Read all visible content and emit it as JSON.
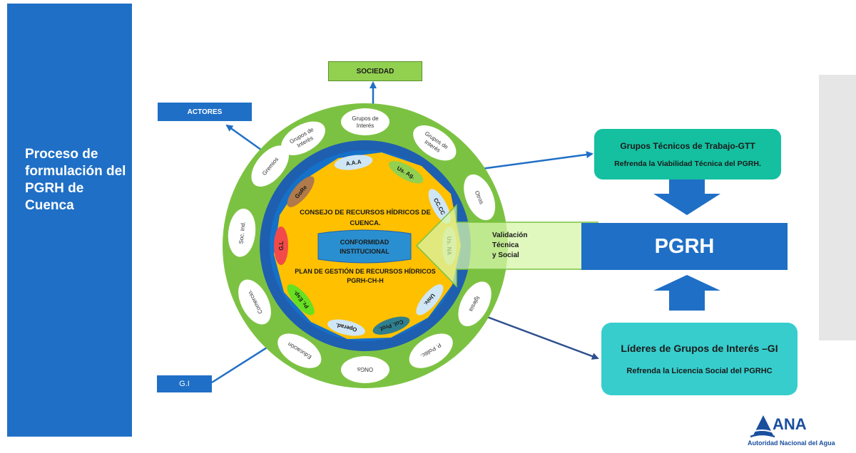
{
  "sidebar": {
    "title": "Proceso de formulación del PGRH de Cuenca"
  },
  "labels": {
    "actores": "ACTORES",
    "sociedad": "SOCIEDAD",
    "gi": "G.I",
    "pgrh": "PGRH",
    "validacion": [
      "Validación",
      "Técnica",
      "y Social"
    ]
  },
  "gtt": {
    "title": "Grupos Técnicos de Trabajo-GTT",
    "subtitle": "Refrenda  la Viabilidad Técnica del PGRH."
  },
  "lideres": {
    "title": "Líderes  de  Grupos de Interés –GI",
    "subtitle": "Refrenda la Licencia Social del PGRHC"
  },
  "center": {
    "consejo": [
      "CONSEJO DE RECURSOS HÍDRICOS DE",
      "CUENCA."
    ],
    "conformidad": [
      "CONFORMIDAD",
      "INSTITUCIONAL"
    ],
    "plan": [
      "PLAN DE GESTIÓN DE RECURSOS HÍDRICOS",
      "PGRH-CH-H"
    ]
  },
  "outer_ring": [
    {
      "lines": [
        "Grupos de",
        "Interés"
      ]
    },
    {
      "lines": [
        "Grupos de",
        "Interés"
      ]
    },
    {
      "lines": [
        "Otros"
      ]
    },
    {
      "lines": [
        "Iglesia"
      ]
    },
    {
      "lines": [
        "P. Politic."
      ]
    },
    {
      "lines": [
        "ONGs"
      ]
    },
    {
      "lines": [
        "Educación"
      ]
    },
    {
      "lines": [
        "Comercio."
      ]
    },
    {
      "lines": [
        "Soc. Ind."
      ]
    },
    {
      "lines": [
        "Gremios"
      ]
    },
    {
      "lines": [
        "Grupos de",
        "Interés"
      ]
    }
  ],
  "inner_ring": [
    {
      "label": "A.A.A",
      "color": "#cfe6f5"
    },
    {
      "label": "Us. Ag.",
      "color": "#92d050"
    },
    {
      "label": "CC.CC",
      "color": "#cfe6f5"
    },
    {
      "label": "Us. NA",
      "color": "#e8e0a8"
    },
    {
      "label": "Univ.",
      "color": "#cfe6f5"
    },
    {
      "label": "Col. Prof.",
      "color": "#2f7f8f"
    },
    {
      "label": "Operad.",
      "color": "#cfe6f5"
    },
    {
      "label": "Pr. Esp.",
      "color": "#66e021"
    },
    {
      "label": "G.L",
      "color": "#f24a4a"
    },
    {
      "label": "GoRe",
      "color": "#b07a4a"
    }
  ],
  "logo": {
    "name": "ANA",
    "subtitle": "Autoridad Nacional del Agua"
  }
}
